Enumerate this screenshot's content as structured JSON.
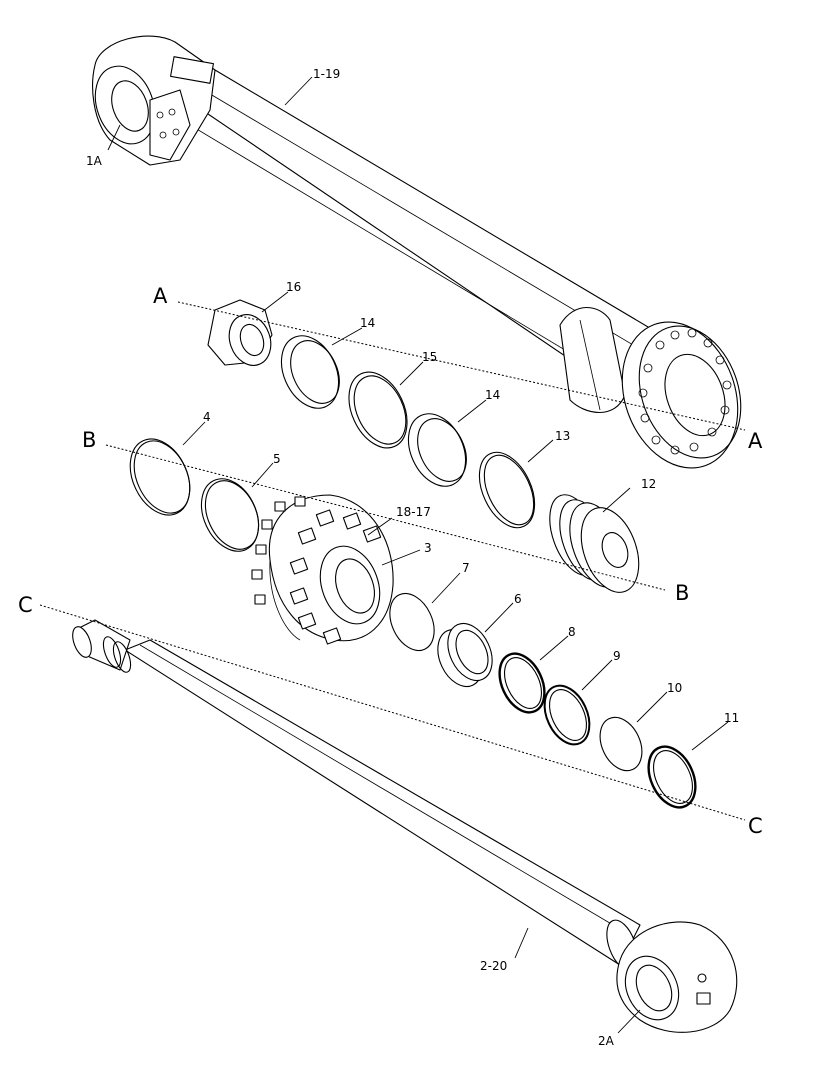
{
  "callouts": {
    "c1_19": "1-19",
    "c1a": "1A",
    "c16": "16",
    "c14a": "14",
    "c15": "15",
    "c14b": "14",
    "c13": "13",
    "c12": "12",
    "c4": "4",
    "c5": "5",
    "c18_17": "18-17",
    "c3": "3",
    "c7": "7",
    "c6": "6",
    "c8": "8",
    "c9": "9",
    "c10": "10",
    "c11": "11",
    "c2_20": "2-20",
    "c2a": "2A"
  },
  "axes": {
    "a_left": "A",
    "a_right": "A",
    "b_left": "B",
    "b_right": "B",
    "c_left": "C",
    "c_right": "C"
  }
}
